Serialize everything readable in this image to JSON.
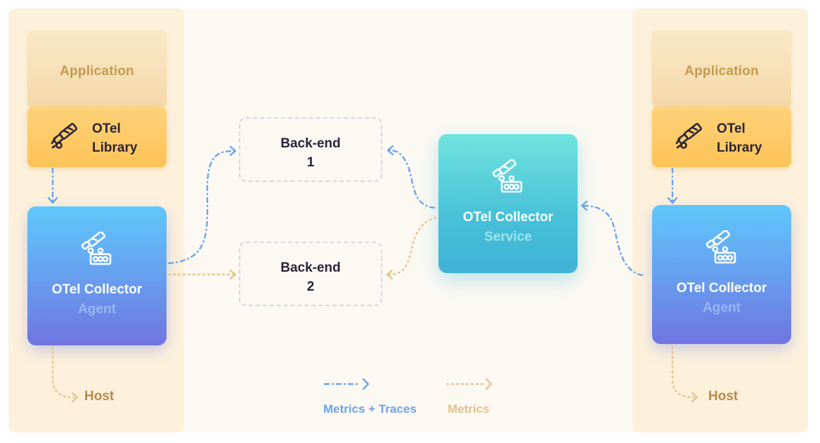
{
  "left_host": {
    "application_label": "Application",
    "library_label_line1": "OTel",
    "library_label_line2": "Library",
    "collector_title": "OTel Collector",
    "collector_subtitle": "Agent",
    "host_label": "Host"
  },
  "right_host": {
    "application_label": "Application",
    "library_label_line1": "OTel",
    "library_label_line2": "Library",
    "collector_title": "OTel Collector",
    "collector_subtitle": "Agent",
    "host_label": "Host"
  },
  "service": {
    "collector_title": "OTel Collector",
    "collector_subtitle": "Service"
  },
  "backends": [
    {
      "line1": "Back-end",
      "line2": "1"
    },
    {
      "line1": "Back-end",
      "line2": "2"
    }
  ],
  "legend": {
    "metrics_traces_label": "Metrics + Traces",
    "metrics_label": "Metrics"
  },
  "colors": {
    "metrics_traces": "#6aa4ec",
    "metrics": "#e5c48d"
  },
  "icons": {
    "library": "telescope-icon",
    "collector": "telescope-collector-icon",
    "arrowhead": "chevron-right-icon"
  }
}
